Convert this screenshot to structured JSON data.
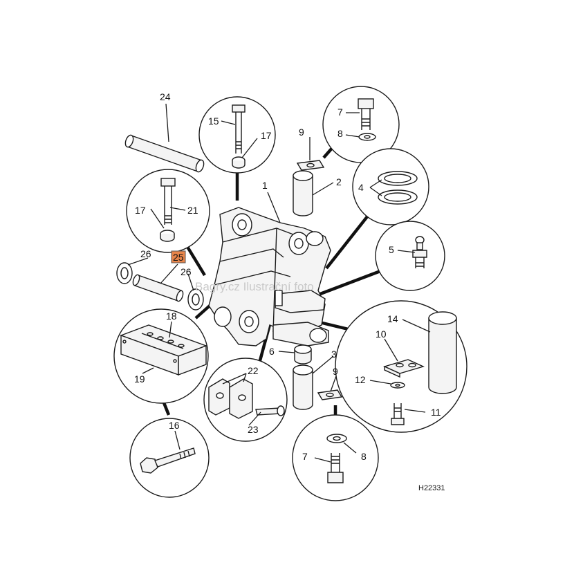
{
  "diagram": {
    "drawing_code": "H22331",
    "watermark": "Bagry.cz Ilustrační foto",
    "highlighted_part": "25",
    "labels": {
      "p1": "1",
      "p2": "2",
      "p3": "3",
      "p4": "4",
      "p5": "5",
      "p6": "6",
      "p7a": "7",
      "p7b": "7",
      "p8a": "8",
      "p8b": "8",
      "p9a": "9",
      "p9b": "9",
      "p10": "10",
      "p11": "11",
      "p12": "12",
      "p14": "14",
      "p15": "15",
      "p16": "16",
      "p17a": "17",
      "p17b": "17",
      "p18": "18",
      "p19": "19",
      "p21": "21",
      "p22": "22",
      "p23": "23",
      "p24": "24",
      "p25": "25",
      "p26a": "26",
      "p26b": "26"
    }
  }
}
